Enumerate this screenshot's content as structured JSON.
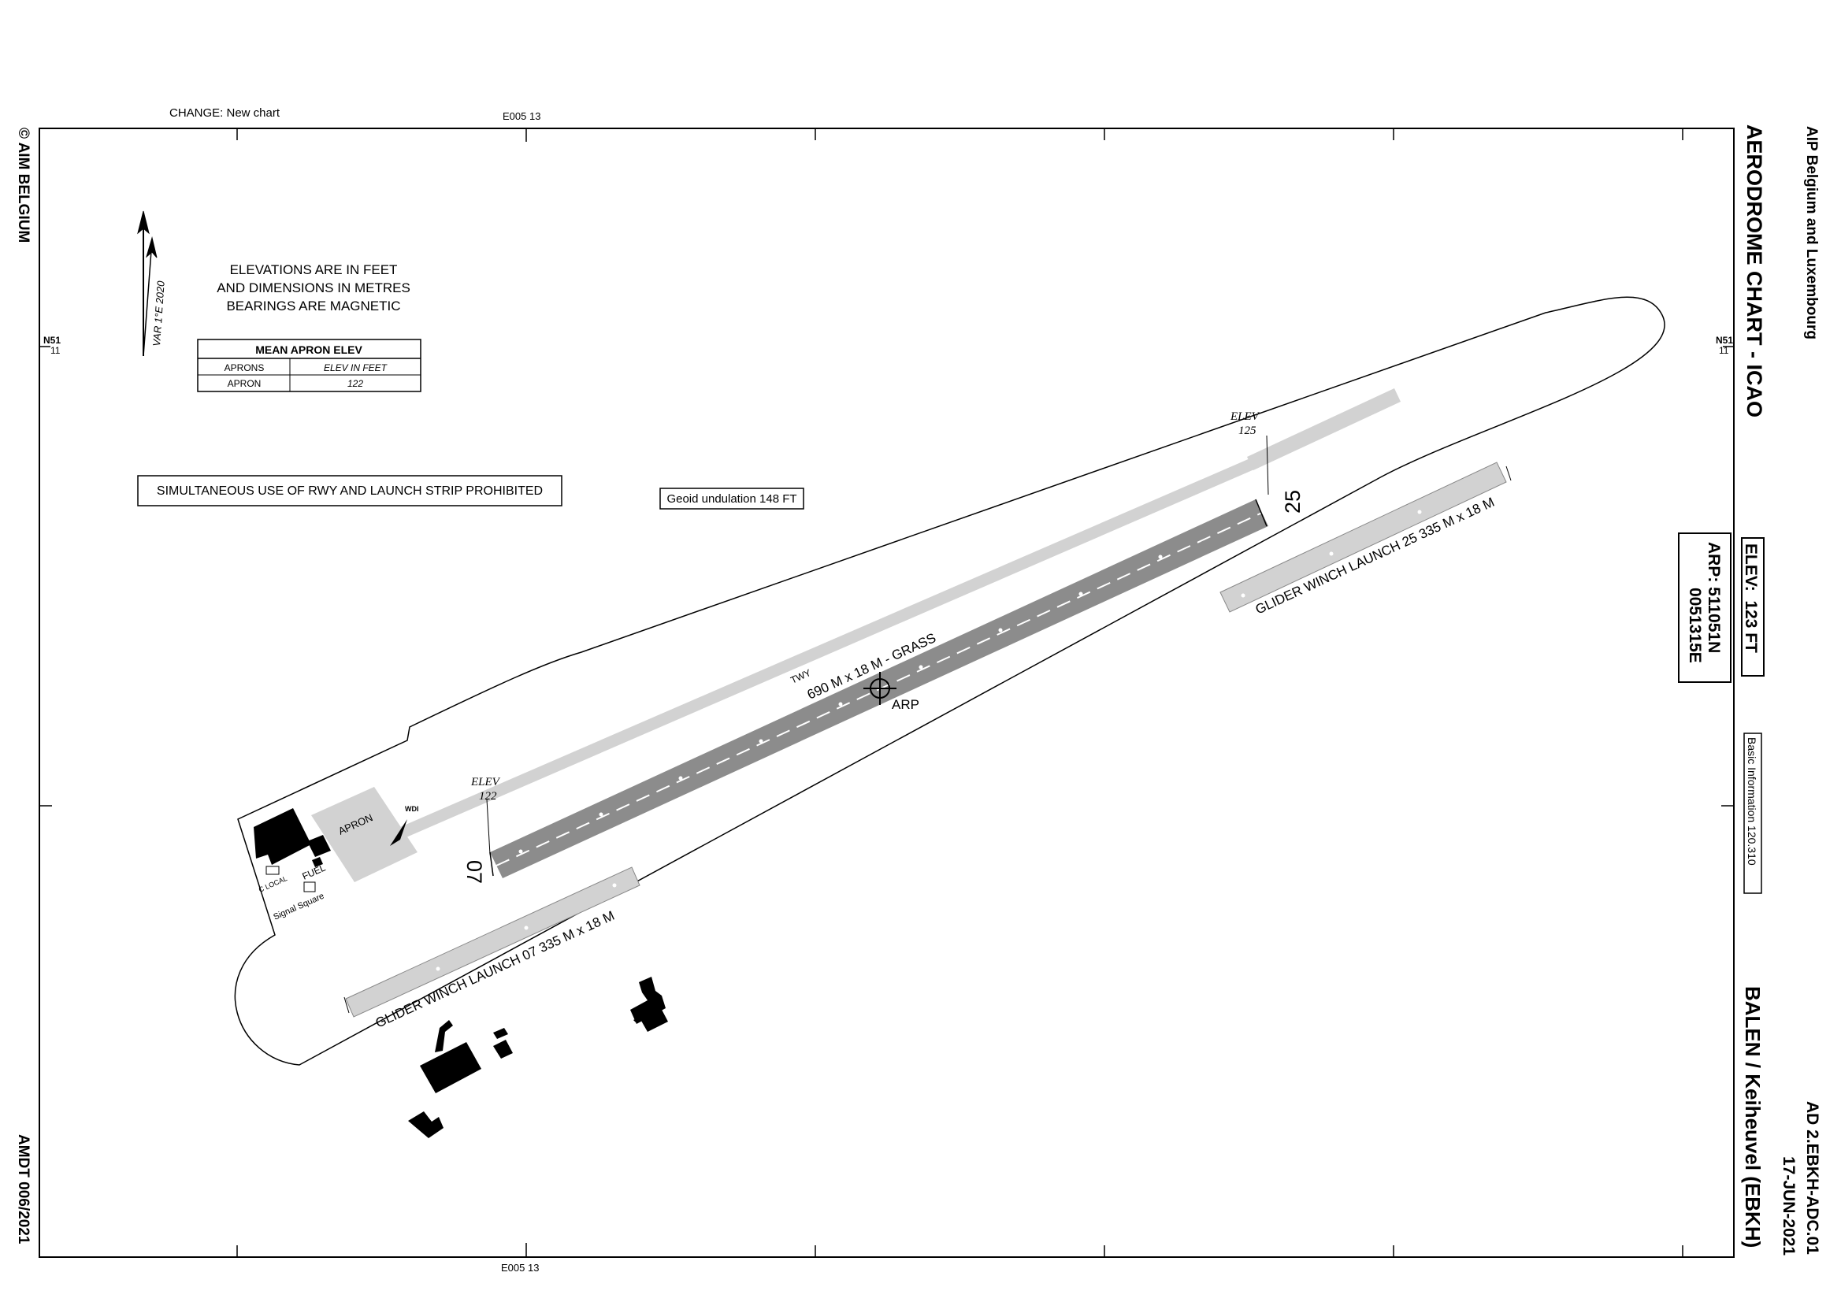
{
  "header": {
    "change_note": "CHANGE: New chart",
    "publisher": "AIP Belgium and Luxembourg",
    "chart_title": "AERODROME CHART - ICAO",
    "copyright": "© AIM BELGIUM",
    "amendment": "AMDT 006/2021",
    "chart_id": "AD 2.EBKH-ADC.01",
    "date": "17-JUN-2021",
    "aerodrome_name": "BALEN / Keiheuvel (EBKH)"
  },
  "grid": {
    "lon_label_top": "E005 13",
    "lon_label_bottom": "E005 13",
    "lat_label_left": "N51",
    "lat_label_left_sub": "11",
    "lat_label_right": "N51",
    "lat_label_right_sub": "11"
  },
  "info": {
    "note_line1": "ELEVATIONS ARE IN FEET",
    "note_line2": "AND DIMENSIONS IN METRES",
    "note_line3": "BEARINGS ARE MAGNETIC",
    "variation": "VAR 1°E 2020",
    "simultaneous_use": "SIMULTANEOUS USE OF RWY AND LAUNCH STRIP PROHIBITED",
    "geoid": "Geoid undulation 148 FT",
    "elev_box": "ELEV:  123 FT",
    "arp_lat": "ARP: 511051N",
    "arp_lon": "0051315E",
    "basic_info": "Basic Information 120.310"
  },
  "apron_table": {
    "title": "MEAN APRON ELEV",
    "col1": "APRONS",
    "col2": "ELEV IN FEET",
    "row_name": "APRON",
    "row_value": "122"
  },
  "aerodrome": {
    "runway_label": "690 M x 18 M - GRASS",
    "rwy_07": "07",
    "rwy_25": "25",
    "elev_label_1": "ELEV",
    "elev_value_1": "122",
    "elev_label_2": "ELEV",
    "elev_value_2": "125",
    "twy_label": "TWY",
    "arp_label": "ARP",
    "apron_label": "APRON",
    "wdi_label": "WDI",
    "fuel_label": "FUEL",
    "local_label": "C LOCAL",
    "signal_square_label": "Signal Square",
    "glider_07": "GLIDER WINCH LAUNCH 07 335 M x 18 M",
    "glider_25": "GLIDER WINCH LAUNCH 25 335 M x 18 M"
  },
  "colors": {
    "runway": "#8c8c8c",
    "taxiway": "#d2d2d2",
    "launch_strip": "#d2d2d2",
    "buildings": "#000000"
  }
}
